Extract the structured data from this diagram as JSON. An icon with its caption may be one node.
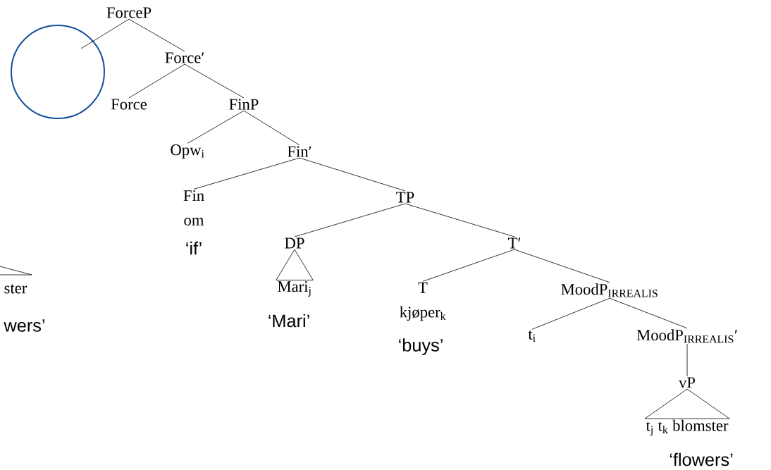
{
  "diagram": {
    "nodes": [
      {
        "text": [
          "ForceP"
        ]
      },
      {
        "text": [],
        "shape": "circle"
      },
      {
        "text": [
          "Force′"
        ]
      },
      {
        "text": [
          "Force"
        ]
      },
      {
        "text": [
          "FinP"
        ]
      },
      {
        "text": [
          "Opw$_{i}$"
        ]
      },
      {
        "text": [
          "Fin′"
        ]
      },
      {
        "text": [
          "Fin",
          "om"
        ],
        "beside": [
          "‘if’"
        ]
      },
      {
        "text": [
          "TP"
        ]
      },
      {
        "text": [
          "DP"
        ]
      },
      {
        "text": [
          "T′"
        ]
      },
      {
        "text": [
          "Mari$_{j}$"
        ],
        "beside": [
          "‘Mari’"
        ]
      },
      {
        "text": [
          "T",
          "kjøper$_{k}$"
        ],
        "beside": [
          "‘buys’"
        ]
      },
      {
        "text": [
          "MoodP$_{IRREALIS}$"
        ]
      },
      {
        "text": [
          "t$_{i}$"
        ]
      },
      {
        "text": [
          "MoodP$_{IRREALIS}$′"
        ]
      },
      {
        "text": [
          "vP"
        ]
      },
      {
        "text": [
          "t$_{j}$ t$_{k}$ blomster"
        ],
        "beside": [
          "‘flowers’"
        ]
      }
    ],
    "edges": [
      {
        "from": 0,
        "to": 1,
        "arrow": "none"
      },
      {
        "from": 0,
        "to": 2,
        "arrow": "none"
      },
      {
        "from": 2,
        "to": 3,
        "arrow": "none"
      },
      {
        "from": 2,
        "to": 4,
        "arrow": "none"
      },
      {
        "from": 4,
        "to": 5,
        "arrow": "none"
      },
      {
        "from": 4,
        "to": 6,
        "arrow": "none"
      },
      {
        "from": 6,
        "to": 7,
        "arrow": "none"
      },
      {
        "from": 6,
        "to": 8,
        "arrow": "none"
      },
      {
        "from": 8,
        "to": 9,
        "arrow": "none"
      },
      {
        "from": 8,
        "to": 10,
        "arrow": "none"
      },
      {
        "from": 9,
        "to": 11,
        "arrow": "none"
      },
      {
        "from": 10,
        "to": 12,
        "arrow": "none"
      },
      {
        "from": 10,
        "to": 13,
        "arrow": "none"
      },
      {
        "from": 13,
        "to": 14,
        "arrow": "none"
      },
      {
        "from": 13,
        "to": 15,
        "arrow": "none"
      },
      {
        "from": 15,
        "to": 16,
        "arrow": "none"
      },
      {
        "from": 16,
        "to": 17,
        "arrow": "none"
      }
    ],
    "labels": [
      "ster",
      "wers’"
    ]
  }
}
